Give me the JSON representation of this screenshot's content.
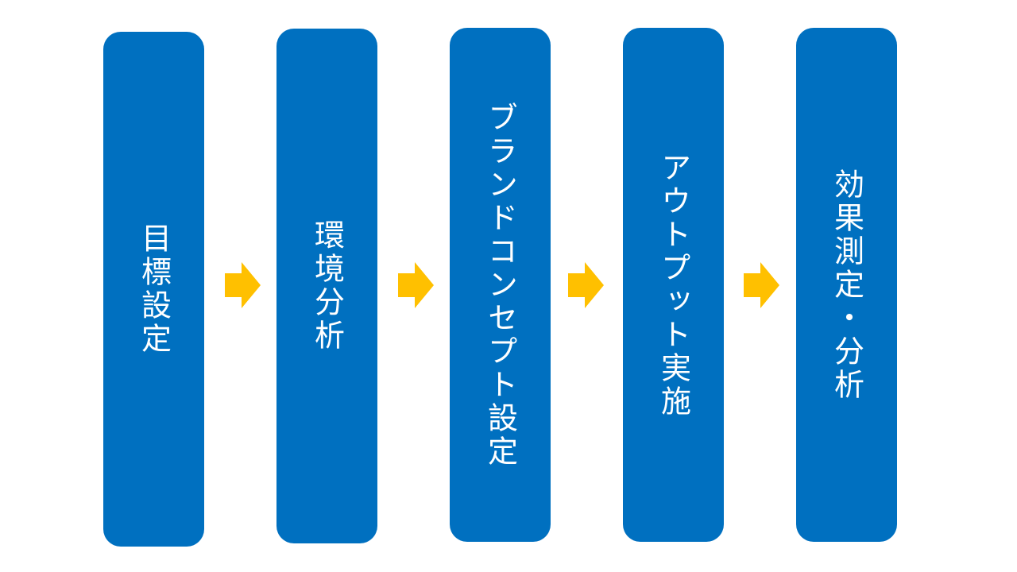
{
  "diagram": {
    "type": "process-flow",
    "direction": "left-to-right",
    "colors": {
      "box_fill": "#0070C0",
      "box_text": "#FFFFFF",
      "arrow_fill": "#FFC000",
      "background": "#FFFFFF"
    },
    "steps": [
      {
        "label": "目標設定"
      },
      {
        "label": "環境分析"
      },
      {
        "label": "ブランドコンセプト設定"
      },
      {
        "label": "アウトプット実施"
      },
      {
        "label": "効果測定・分析"
      }
    ],
    "connectors": [
      {
        "from": 0,
        "to": 1,
        "icon": "right-arrow-icon"
      },
      {
        "from": 1,
        "to": 2,
        "icon": "right-arrow-icon"
      },
      {
        "from": 2,
        "to": 3,
        "icon": "right-arrow-icon"
      },
      {
        "from": 3,
        "to": 4,
        "icon": "right-arrow-icon"
      }
    ]
  }
}
